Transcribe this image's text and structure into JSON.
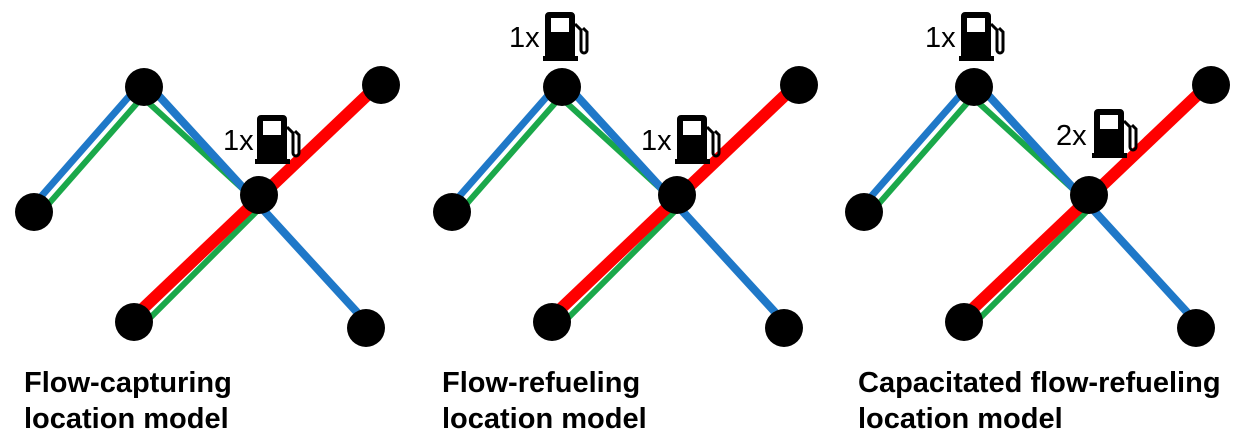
{
  "colors": {
    "blue_route": "#1f78c8",
    "green_route": "#1aa84a",
    "red_route": "#ff0000",
    "node": "#000000",
    "pump_icon": "#000000"
  },
  "panels": [
    {
      "caption_line1": "Flow-capturing",
      "caption_line2": "location model",
      "stations": [
        {
          "count_label": "1x",
          "icon": "fuel-pump-icon"
        }
      ]
    },
    {
      "caption_line1": "Flow-refueling",
      "caption_line2": "location model",
      "stations": [
        {
          "count_label": "1x",
          "icon": "fuel-pump-icon"
        },
        {
          "count_label": "1x",
          "icon": "fuel-pump-icon"
        }
      ]
    },
    {
      "caption_line1": "Capacitated flow-refueling",
      "caption_line2": "location model",
      "stations": [
        {
          "count_label": "1x",
          "icon": "fuel-pump-icon"
        },
        {
          "count_label": "2x",
          "icon": "fuel-pump-icon"
        }
      ]
    }
  ]
}
